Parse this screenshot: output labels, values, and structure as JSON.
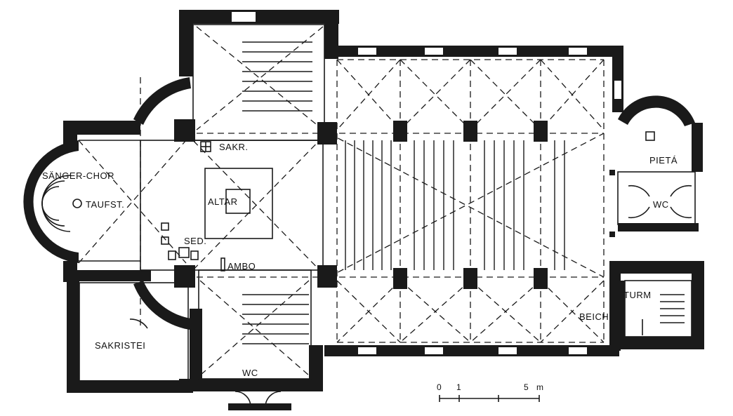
{
  "labels": {
    "saenger_chor": "SÄNGER-CHOR",
    "taufst": "TAUFST.",
    "altar": "ALTAR",
    "sakr": "SAKR.",
    "sed": "SED.",
    "ambo": "AMBO",
    "sakristei": "SAKRISTEI",
    "wc_south": "WC",
    "pieta": "PIETÁ",
    "wc_east": "WC",
    "turm": "TURM",
    "beich": "BEICH"
  },
  "scale": {
    "tick_labels": [
      "0",
      "1",
      "5"
    ],
    "unit": "m"
  }
}
